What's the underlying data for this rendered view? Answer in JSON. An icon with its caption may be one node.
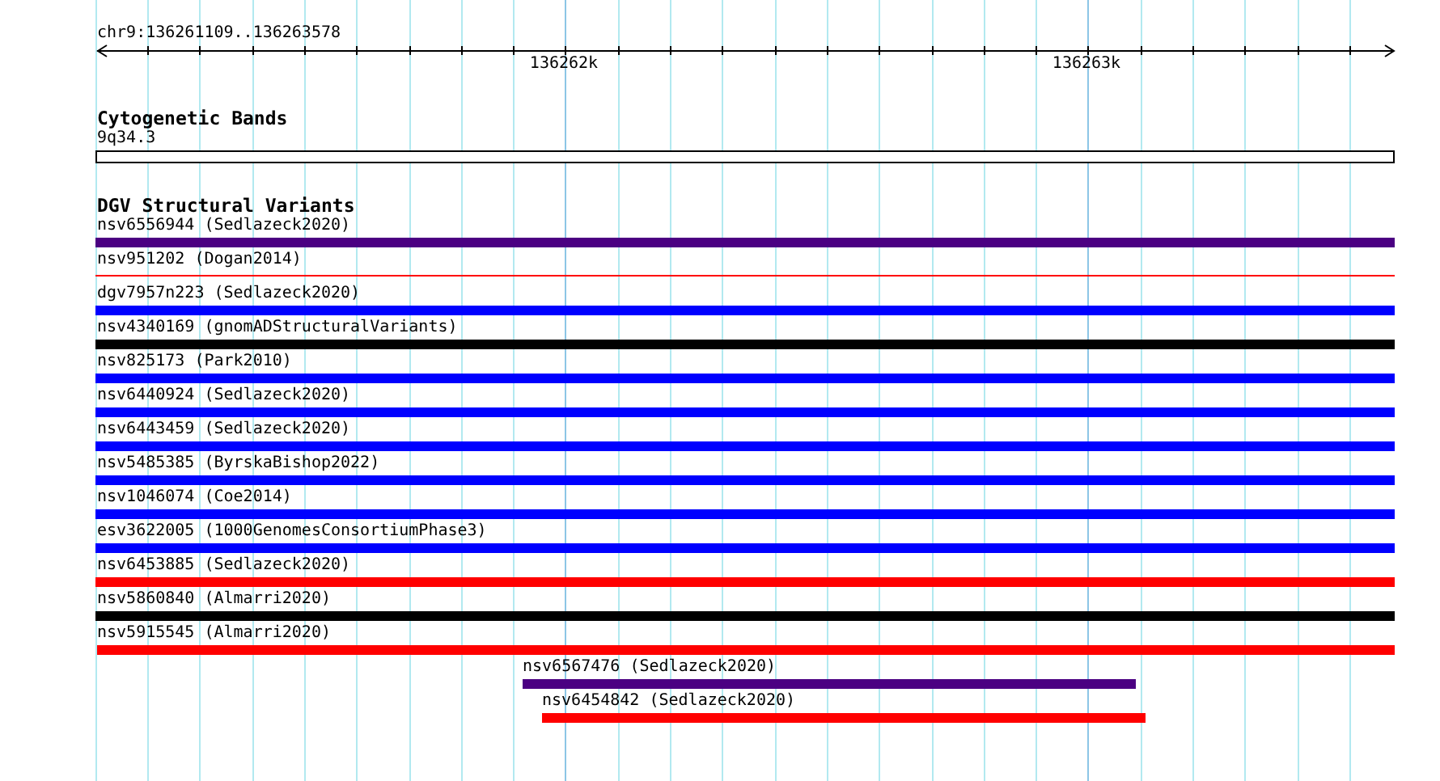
{
  "diagram": {
    "nodes": [
      {
        "text": [
          "9q34.3"
        ]
      },
      {
        "text": [
          "nsv6556944 (Sedlazeck2020)"
        ]
      },
      {
        "text": [
          "nsv951202 (Dogan2014)"
        ]
      },
      {
        "text": [
          "dgv7957n223 (Sedlazeck2020)"
        ]
      },
      {
        "text": [
          "nsv4340169 (gnomADStructuralVariants)"
        ]
      },
      {
        "text": [
          "nsv825173 (Park2010)"
        ]
      },
      {
        "text": [
          "nsv6440924 (Sedlazeck2020)"
        ]
      },
      {
        "text": [
          "nsv6443459 (Sedlazeck2020)"
        ]
      },
      {
        "text": [
          "nsv5485385 (ByrskaBishop2022)"
        ]
      },
      {
        "text": [
          "nsv1046074 (Coe2014)"
        ]
      },
      {
        "text": [
          "esv3622005 (1000GenomesConsortiumPhase3)"
        ]
      },
      {
        "text": [
          "nsv6453885 (Sedlazeck2020)"
        ]
      },
      {
        "text": [
          "nsv5860840 (Almarri2020)"
        ]
      },
      {
        "text": [
          "nsv5915545 (Almarri2020)"
        ]
      },
      {
        "text": [
          "nsv6567476 (Sedlazeck2020)"
        ]
      },
      {
        "text": [
          "nsv6454842 (Sedlazeck2020)"
        ]
      }
    ],
    "labels": [
      "chr9:136261109..136263578",
      "136262k",
      "136263k",
      "Cytogenetic Bands",
      "DGV Structural Variants"
    ]
  }
}
